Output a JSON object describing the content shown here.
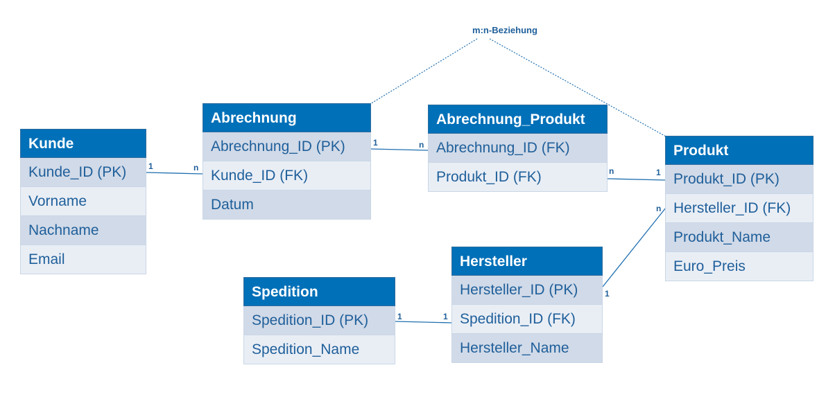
{
  "annotation": "m:n-Beziehung",
  "entities": {
    "kunde": {
      "title": "Kunde",
      "fields": [
        "Kunde_ID (PK)",
        "Vorname",
        "Nachname",
        "Email"
      ]
    },
    "abrechnung": {
      "title": "Abrechnung",
      "fields": [
        "Abrechnung_ID (PK)",
        "Kunde_ID (FK)",
        "Datum"
      ]
    },
    "abrechnung_produkt": {
      "title": "Abrechnung_Produkt",
      "fields": [
        "Abrechnung_ID (FK)",
        "Produkt_ID (FK)"
      ]
    },
    "produkt": {
      "title": "Produkt",
      "fields": [
        "Produkt_ID (PK)",
        "Hersteller_ID (FK)",
        "Produkt_Name",
        "Euro_Preis"
      ]
    },
    "hersteller": {
      "title": "Hersteller",
      "fields": [
        "Hersteller_ID (PK)",
        "Spedition_ID (FK)",
        "Hersteller_Name"
      ]
    },
    "spedition": {
      "title": "Spedition",
      "fields": [
        "Spedition_ID (PK)",
        "Spedition_Name"
      ]
    }
  },
  "cardinalities": {
    "kunde_abrechnung": [
      "1",
      "n"
    ],
    "abrechnung_abrechnung_produkt": [
      "1",
      "n"
    ],
    "abrechnung_produkt_produkt": [
      "n",
      "1"
    ],
    "produkt_hersteller": [
      "n",
      "1"
    ],
    "spedition_hersteller": [
      "1",
      "1"
    ]
  }
}
